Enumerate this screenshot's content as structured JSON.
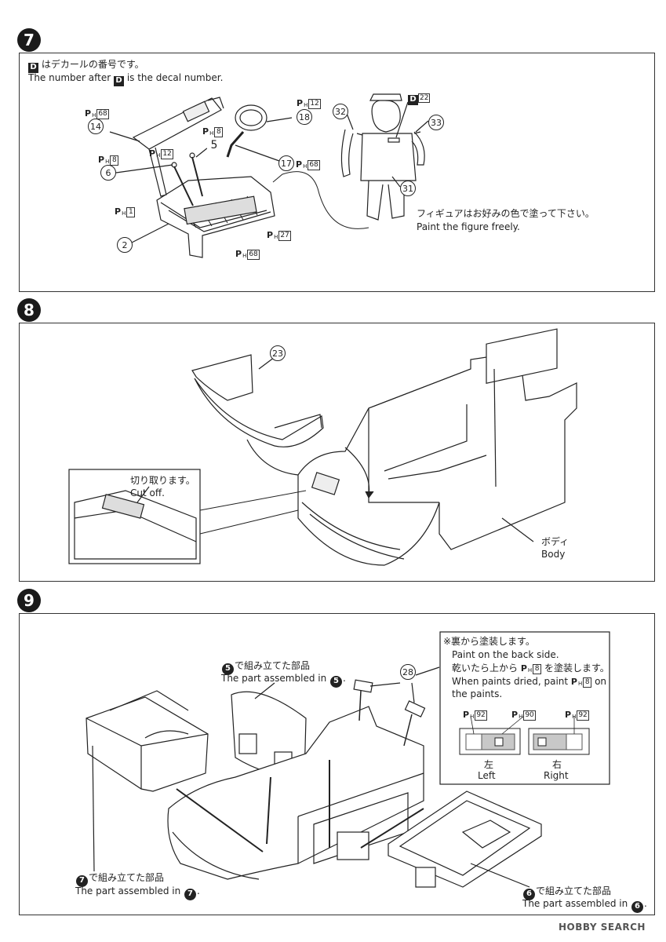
{
  "steps": [
    {
      "number": "7"
    },
    {
      "number": "8"
    },
    {
      "number": "9"
    }
  ],
  "step7": {
    "decal_note_jp": "はデカールの番号です。",
    "decal_note_en_prefix": "The number after",
    "decal_note_en_suffix": "is the decal number.",
    "decal_letter": "D",
    "figure_note_jp": "フィギュアはお好みの色で塗って下さい。",
    "figure_note_en": "Paint the figure freely.",
    "parts": [
      "14",
      "5",
      "6",
      "2",
      "18",
      "17",
      "32",
      "33",
      "31"
    ],
    "paints": [
      "68",
      "8",
      "12",
      "8",
      "1",
      "12",
      "68",
      "27",
      "68"
    ],
    "decal_number": "22"
  },
  "step8": {
    "cut_jp": "切り取ります。",
    "cut_en": "Cut off.",
    "body_jp": "ボディ",
    "body_en": "Body",
    "part": "23"
  },
  "step9": {
    "assembled5_jp": "で組み立てた部品",
    "assembled5_en": "The part assembled in",
    "assembled5_num": "5",
    "assembled7_jp": "で組み立てた部品",
    "assembled7_en": "The part assembled in",
    "assembled7_num": "7",
    "assembled6_jp": "で組み立てた部品",
    "assembled6_en": "The part assembled in",
    "assembled6_num": "6",
    "part": "28",
    "note_jp1": "※裏から塗装します。",
    "note_en1": "Paint on the back side.",
    "note_jp2_a": "乾いたら上から",
    "note_jp2_b": "を塗装します。",
    "note_en2_a": "When paints dried, paint",
    "note_en2_b": "on",
    "note_en3": "the paints.",
    "paint8": "8",
    "paint_left_outer": "92",
    "paint_middle": "90",
    "paint_right_outer": "92",
    "left_jp": "左",
    "left_en": "Left",
    "right_jp": "右",
    "right_en": "Right"
  },
  "watermark": "HOBBY SEARCH",
  "colors": {
    "ink": "#222222",
    "gray_fill": "#c8c8c8",
    "light_fill": "#eeeeee"
  }
}
